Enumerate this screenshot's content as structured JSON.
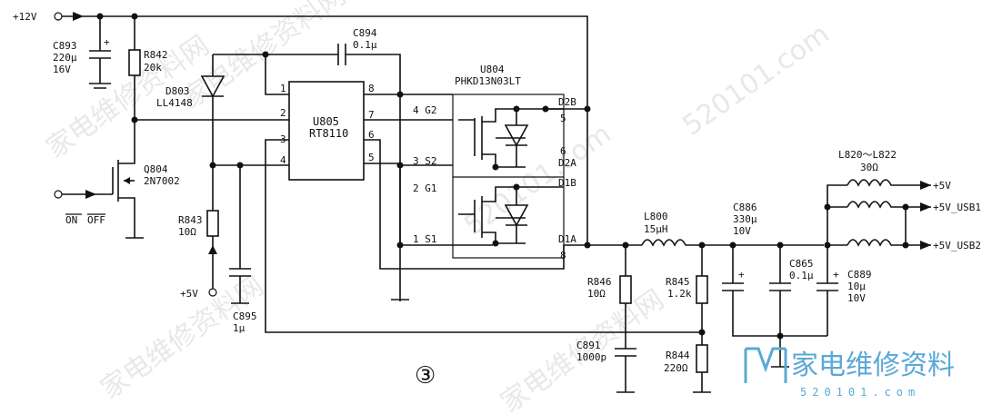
{
  "figure_number": "③",
  "nets": {
    "v12": "+12V",
    "v5_in": "+5V",
    "v5_out": "+5V",
    "v5_usb1": "+5V_USB1",
    "v5_usb2": "+5V_USB2"
  },
  "switch_label": {
    "on": "ON",
    "off": "OFF"
  },
  "components": {
    "c893": {
      "ref": "C893",
      "value": "220μ",
      "rating": "16V"
    },
    "r842": {
      "ref": "R842",
      "value": "20k"
    },
    "d803": {
      "ref": "D803",
      "part": "LL4148"
    },
    "c894": {
      "ref": "C894",
      "value": "0.1μ"
    },
    "u805": {
      "ref": "U805",
      "part": "RT8110"
    },
    "u804": {
      "ref": "U804",
      "part": "PHKD13N03LT"
    },
    "q804": {
      "ref": "Q804",
      "part": "2N7002"
    },
    "r843": {
      "ref": "R843",
      "value": "10Ω"
    },
    "c895": {
      "ref": "C895",
      "value": "1μ"
    },
    "l800": {
      "ref": "L800",
      "value": "15μH"
    },
    "r846": {
      "ref": "R846",
      "value": "10Ω"
    },
    "c891": {
      "ref": "C891",
      "value": "1000p"
    },
    "r845": {
      "ref": "R845",
      "value": "1.2k"
    },
    "r844": {
      "ref": "R844",
      "value": "220Ω"
    },
    "c886": {
      "ref": "C886",
      "value": "330μ",
      "rating": "10V"
    },
    "c865": {
      "ref": "C865",
      "value": "0.1μ"
    },
    "c889": {
      "ref": "C889",
      "value": "10μ",
      "rating": "10V"
    },
    "l820": {
      "ref": "L820～L822",
      "value": "30Ω"
    }
  },
  "u805_pins": [
    "1",
    "2",
    "3",
    "4",
    "8",
    "7",
    "6",
    "5"
  ],
  "u804_pins": {
    "g2": "4 G2",
    "s2": "3 S2",
    "g1": "2 G1",
    "s1": "1 S1",
    "d2b": "D2B",
    "p5": "5",
    "p6": "6",
    "d2a": "D2A",
    "d1b": "D1B",
    "d1a": "D1A",
    "p8": "8"
  },
  "watermark": {
    "cn": "家电维修资料网",
    "url": "520101.com",
    "logo_cn": "家电维修资料",
    "logo_url": "520101.com"
  }
}
